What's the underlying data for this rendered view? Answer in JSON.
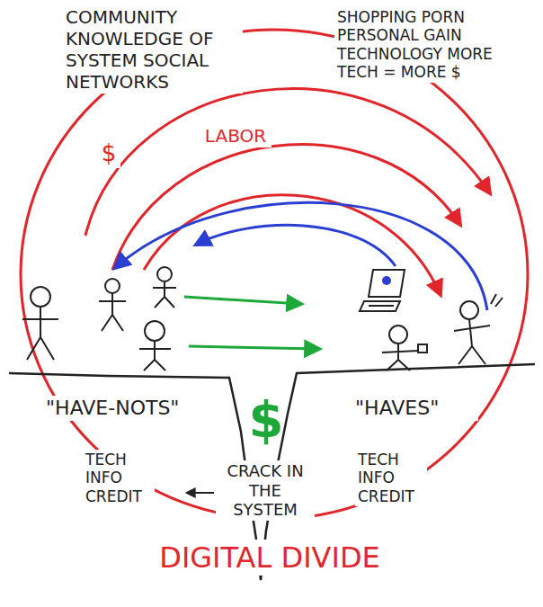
{
  "diagram": {
    "caption": "DIGITAL DIVIDE",
    "labels": [
      "COMMUNITY KNOWLEDGE OF SYSTEM SOCIAL NETWORKS",
      "SHOPPING PORN PERSONAL GAIN TECHNOLOGY MORE TECH = MORE $",
      "$",
      "LABOR",
      "$",
      "\"HAVE-NOTS\"",
      "TECH INFO CREDIT",
      "\"HAVES\"",
      "TECH INFO CREDIT",
      "CRACK IN THE SYSTEM"
    ]
  }
}
